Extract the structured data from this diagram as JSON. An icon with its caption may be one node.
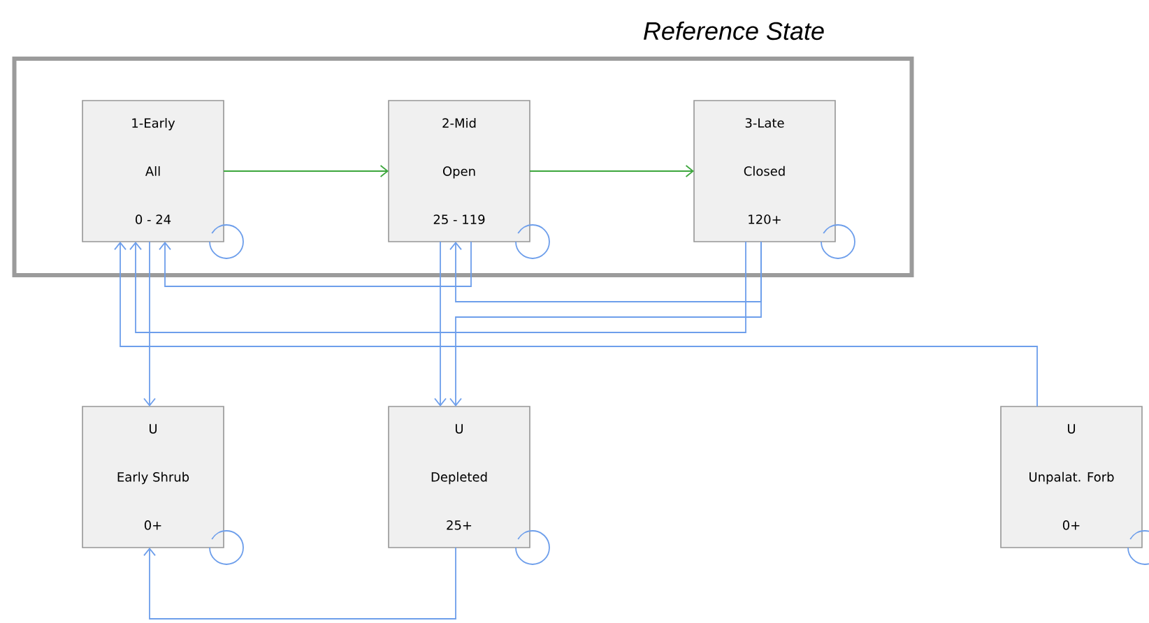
{
  "diagram": {
    "nodes": [
      {
        "text": [
          "Reference State"
        ]
      },
      {
        "text": [
          "1-Early",
          "All",
          "0 - 24"
        ],
        "in": 0
      },
      {
        "text": [
          "2-Mid",
          "Open",
          "25 - 119"
        ],
        "in": 0
      },
      {
        "text": [
          "3-Late",
          "Closed",
          "120+"
        ],
        "in": 0
      },
      {
        "text": [
          "U",
          "Early Shrub",
          "0+"
        ]
      },
      {
        "text": [
          "U",
          "Depleted",
          "25+"
        ]
      },
      {
        "text": [
          "U",
          "Unpalat. Forb",
          "0+"
        ]
      }
    ],
    "edges": [
      {
        "from": 1,
        "to": 2,
        "arrow": "to",
        "color": "#3da63d"
      },
      {
        "from": 2,
        "to": 3,
        "arrow": "to",
        "color": "#3da63d"
      },
      {
        "from": 1,
        "to": 1,
        "arrow": "none"
      },
      {
        "from": 2,
        "to": 2,
        "arrow": "none"
      },
      {
        "from": 3,
        "to": 3,
        "arrow": "none"
      },
      {
        "from": 6,
        "to": 1,
        "arrow": "to"
      },
      {
        "from": 3,
        "to": 1,
        "arrow": "to"
      },
      {
        "from": 1,
        "to": 4,
        "arrow": "to"
      },
      {
        "from": 2,
        "to": 1,
        "arrow": "to"
      },
      {
        "from": 2,
        "to": 5,
        "arrow": "to"
      },
      {
        "from": 3,
        "to": 2,
        "arrow": "to"
      },
      {
        "from": 3,
        "to": 5,
        "arrow": "to"
      },
      {
        "from": 5,
        "to": 4,
        "arrow": "to"
      },
      {
        "from": 4,
        "to": 4,
        "arrow": "none"
      },
      {
        "from": 5,
        "to": 5,
        "arrow": "none"
      },
      {
        "from": 6,
        "to": 6,
        "arrow": "none"
      }
    ]
  }
}
